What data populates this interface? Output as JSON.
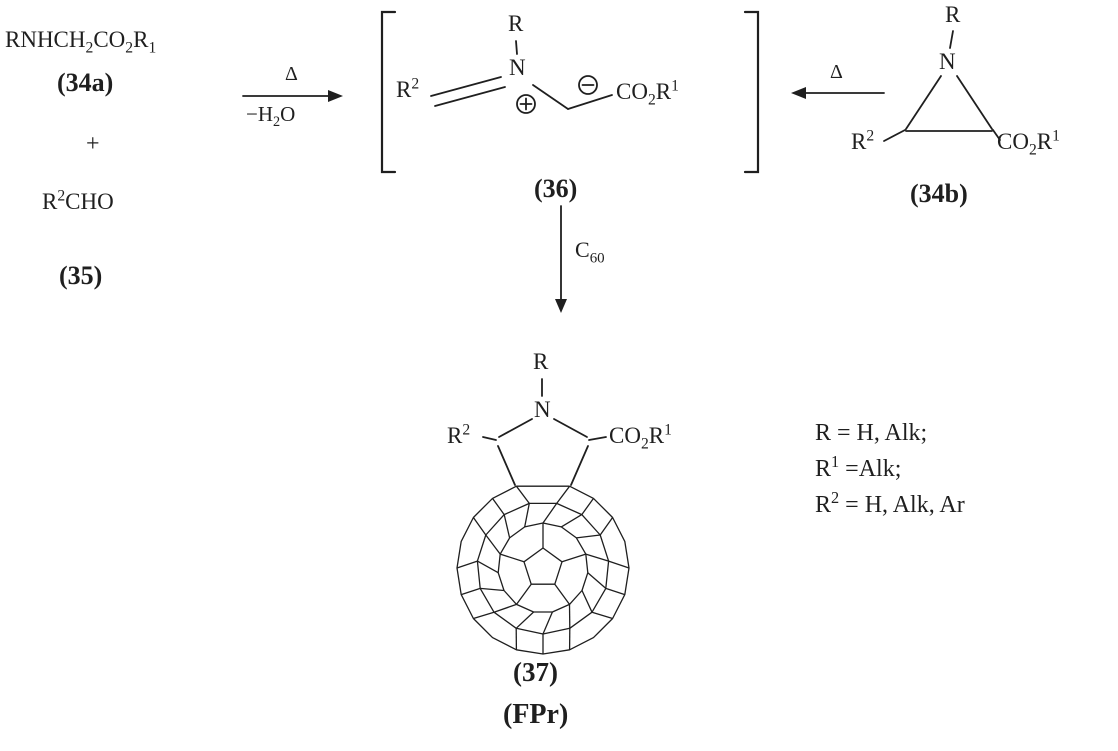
{
  "colors": {
    "background": "#ffffff",
    "ink": "#1f1f1f"
  },
  "reactants": {
    "amine": {
      "formula": "RNHCH_{2}CO_{2}R_{1}",
      "label": "(34a)"
    },
    "plus": "+",
    "aldehyde": {
      "formula": "R^{2}CHO",
      "label": "(35)"
    }
  },
  "condensation_arrow": {
    "above": "Δ",
    "below": "−H_{2}O"
  },
  "ylide": {
    "label": "(36)",
    "substituent_r2": "R^{2}",
    "substituent_r": "R",
    "nitrogen": "N",
    "ester": "CO_{2}R^{1}",
    "plus_charge": "+",
    "minus_charge": "−"
  },
  "aziridine_arrow": {
    "above": "Δ"
  },
  "aziridine": {
    "label": "(34b)",
    "substituent_r": "R",
    "nitrogen": "N",
    "substituent_r2": "R^{2}",
    "ester": "CO_{2}R^{1}"
  },
  "cycloaddition_arrow": {
    "label": "C_{60}"
  },
  "product": {
    "label": "(37)",
    "name": "(FPr)",
    "substituent_r": "R",
    "nitrogen": "N",
    "substituent_r2": "R^{2}",
    "ester": "CO_{2}R^{1}"
  },
  "legend": {
    "line1": "R = H, Alk;",
    "line2": "R^{1} =Alk;",
    "line3": "R^{2} = H, Alk, Ar"
  }
}
